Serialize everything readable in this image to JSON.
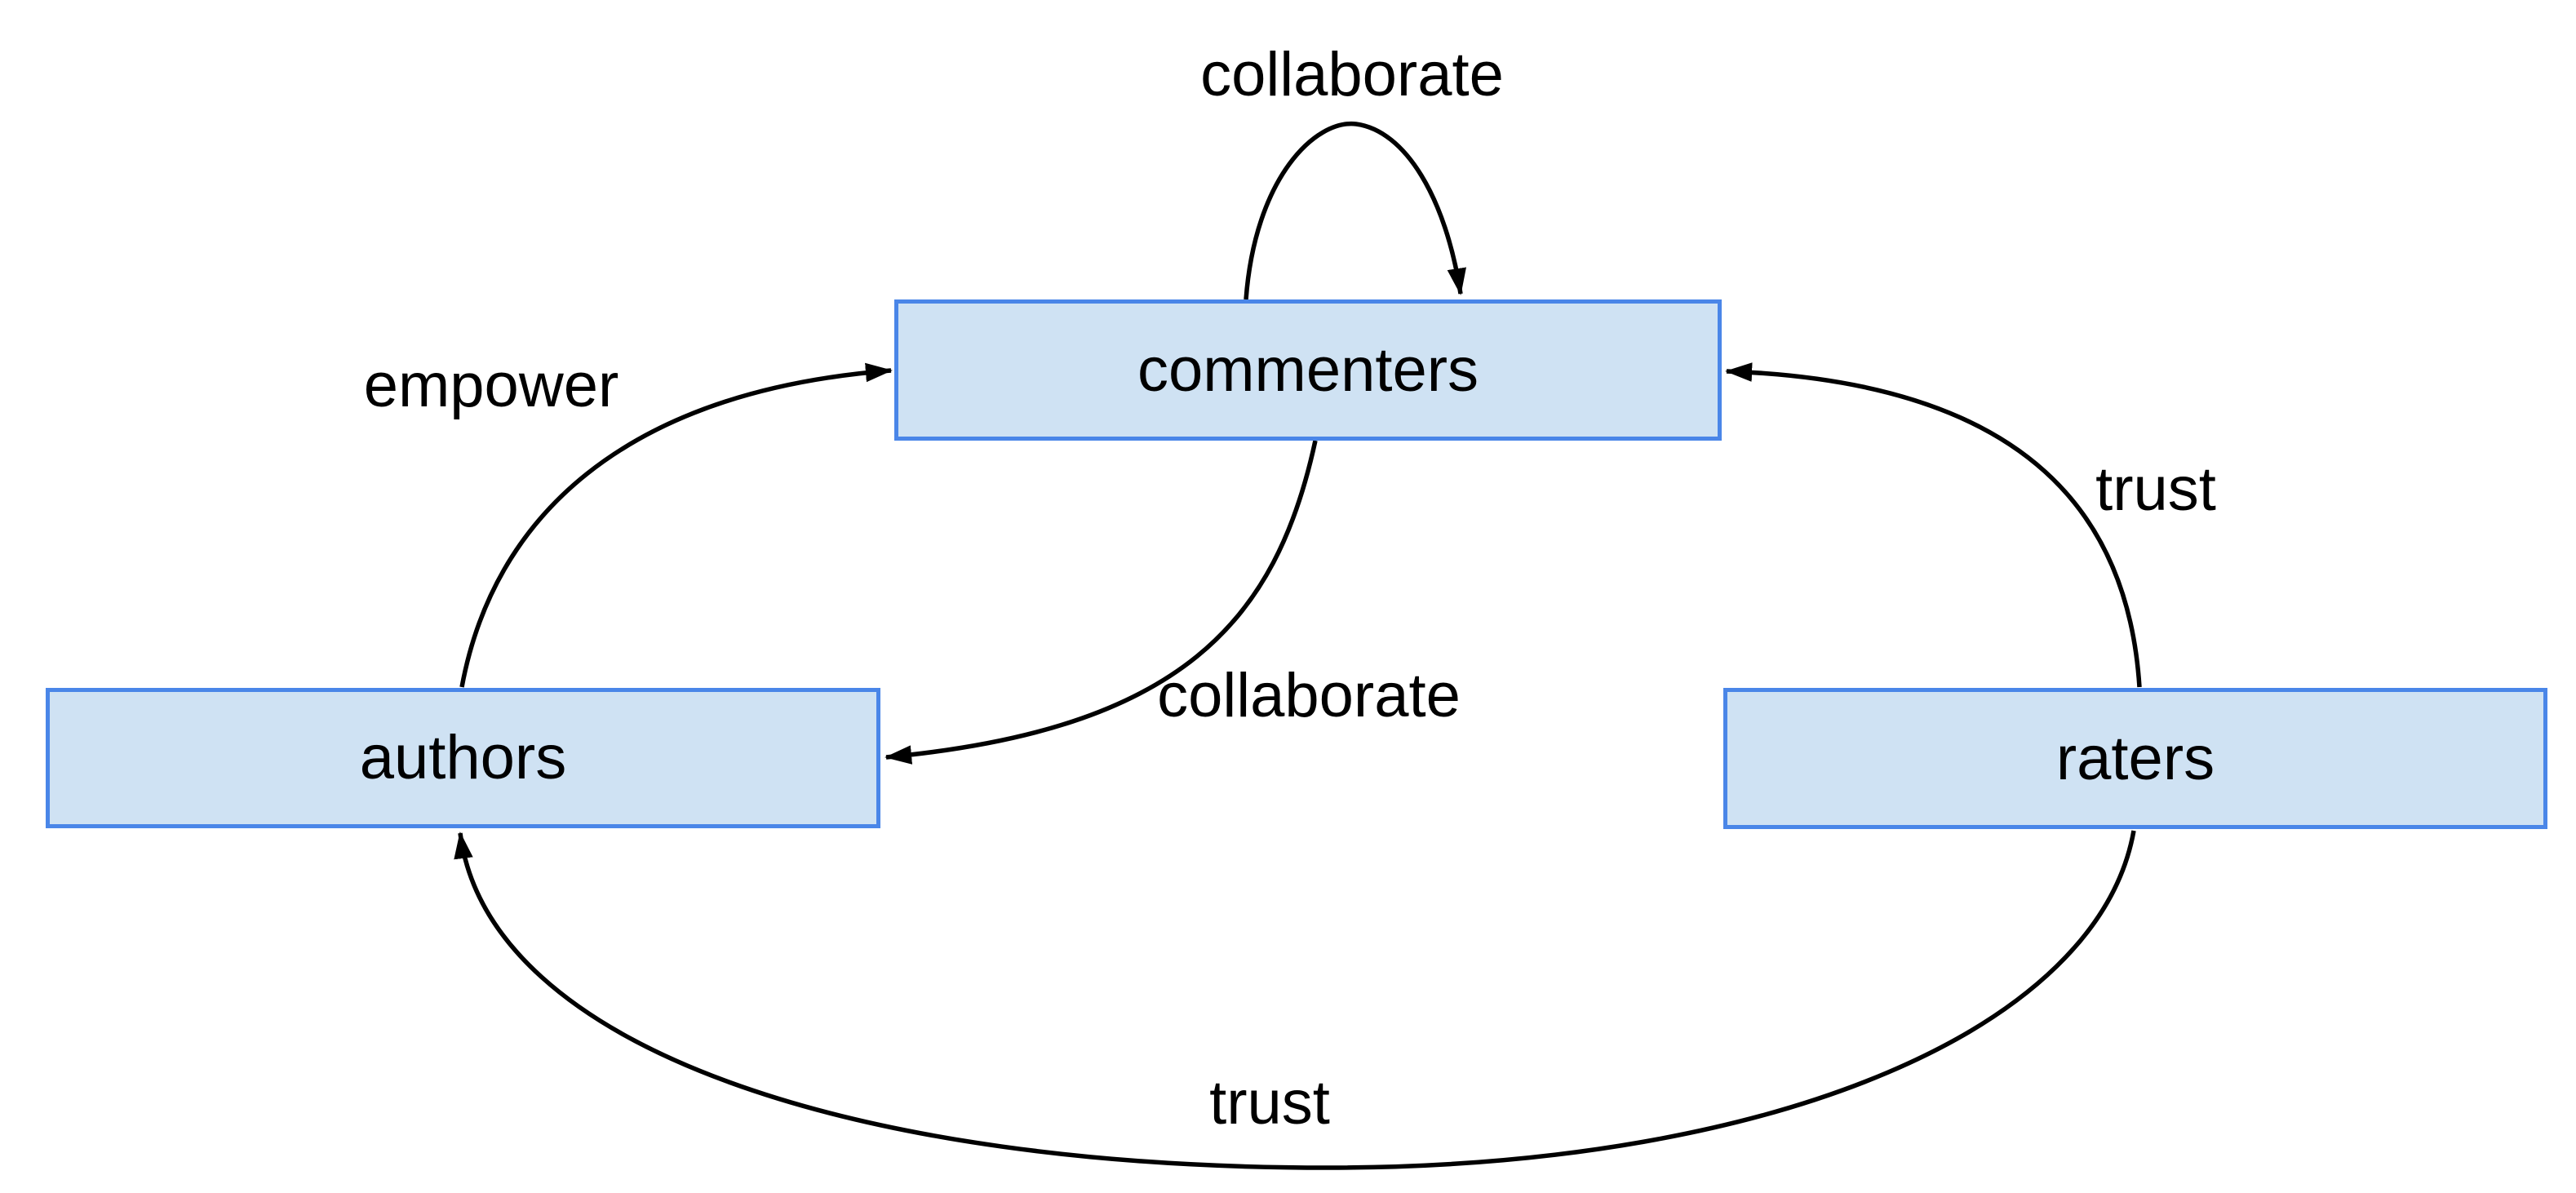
{
  "diagram": {
    "colors": {
      "node_fill": "#cfe2f3",
      "node_border": "#4a86e8",
      "edge_color": "#000000",
      "text_color": "#000000",
      "bg_color": "#ffffff"
    },
    "nodes": [
      {
        "id": "commenters",
        "label": "commenters"
      },
      {
        "id": "authors",
        "label": "authors"
      },
      {
        "id": "raters",
        "label": "raters"
      }
    ],
    "edges": [
      {
        "from": "commenters",
        "to": "commenters",
        "label": "collaborate"
      },
      {
        "from": "authors",
        "to": "commenters",
        "label": "empower"
      },
      {
        "from": "raters",
        "to": "commenters",
        "label": "trust"
      },
      {
        "from": "commenters",
        "to": "authors",
        "label": "collaborate"
      },
      {
        "from": "raters",
        "to": "authors",
        "label": "trust"
      }
    ]
  }
}
